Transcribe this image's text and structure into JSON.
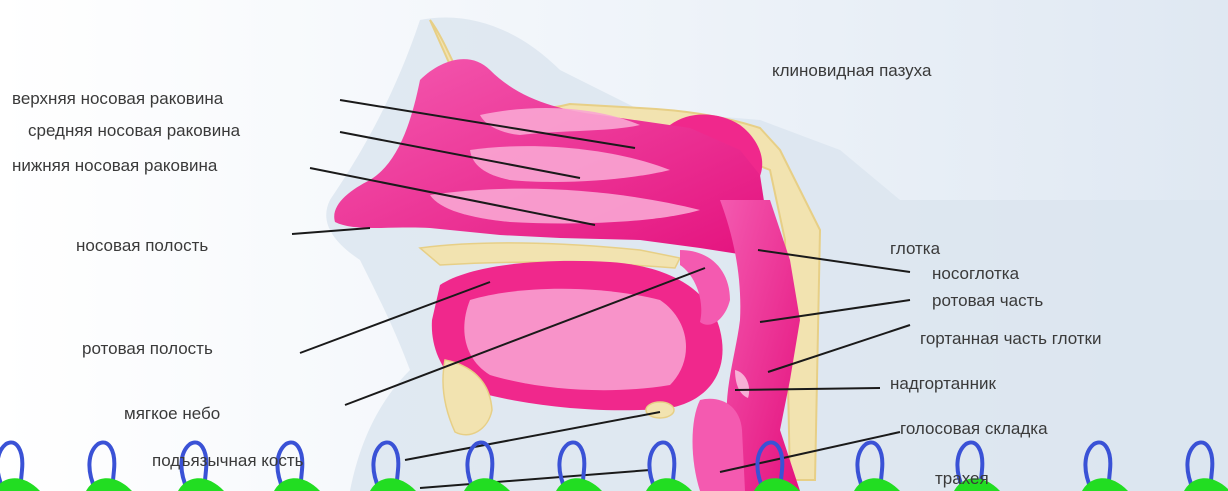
{
  "diagram": {
    "labels_left": [
      "верхняя носовая раковина",
      "средняя носовая раковина",
      "нижняя носовая раковина",
      "носовая полость",
      "ротовая полость",
      "мягкое небо",
      "подъязычная кость"
    ],
    "labels_right": [
      "клиновидная пазуха",
      "глотка",
      "носоглотка",
      "ротовая часть",
      "гортанная часть глотки",
      "надгортанник",
      "голосовая складка",
      "трахея"
    ]
  },
  "colors": {
    "tissue_pink": "#f0288c",
    "tissue_light": "#f9a6d3",
    "bone_yellow": "#f2e3b0",
    "skin_shadow": "#d8e2ee",
    "leader_line": "#1a1a1a",
    "binder_green": "#22dd22",
    "binder_blue": "#3a52d6"
  }
}
